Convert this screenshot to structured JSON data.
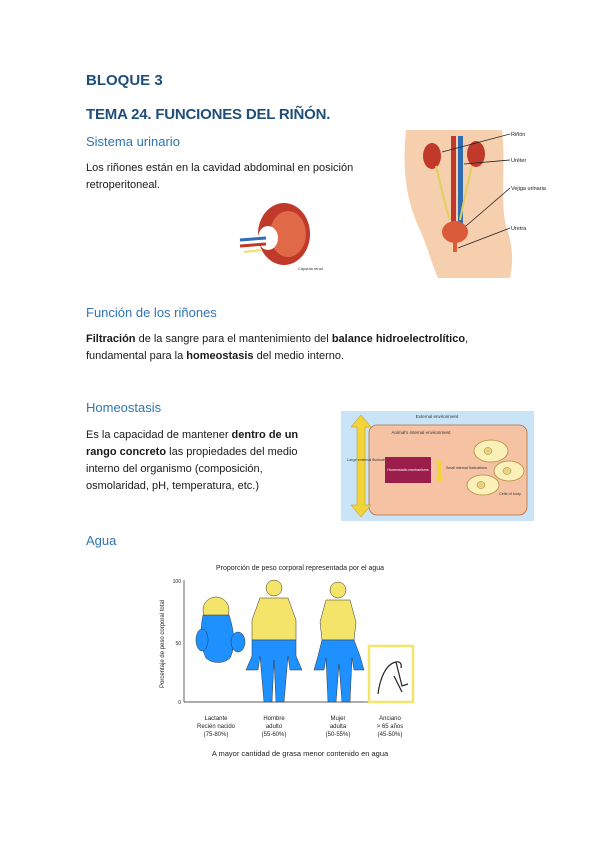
{
  "header": {
    "bloque": "BLOQUE 3",
    "tema": "TEMA 24. FUNCIONES DEL RIÑÓN."
  },
  "sistema": {
    "title": "Sistema urinario",
    "text": "Los riñones están en la cavidad abdominal en posición retroperitoneal.",
    "kidney_label": "Cápsula renal",
    "body_labels": [
      "Riñón",
      "Uréter",
      "Vejiga urinaria",
      "Uretra"
    ]
  },
  "funcion": {
    "title": "Función de los riñones",
    "t1": "Filtración",
    "t2": " de la sangre para el mantenimiento del ",
    "t3": "balance hidroelectrolítico",
    "t4": ", fundamental para la ",
    "t5": "homeostasis",
    "t6": " del medio interno."
  },
  "homeo": {
    "title": "Homeostasis",
    "t1": "Es la capacidad de mantener ",
    "t2": "dentro de un rango concreto",
    "t3": " las propiedades del medio interno del organismo (composición, osmolaridad, pH, temperatura, etc.)",
    "fig": {
      "external": "External environment",
      "internal": "Animal's internal environment",
      "large": "Large external fluctuations",
      "mech": "Homeostatic mechanisms",
      "small": "Small internal fluctuations",
      "cells": "Cells of body"
    }
  },
  "agua": {
    "title": "Agua",
    "chart_title": "Proporción de peso corporal representada por el agua",
    "ylabel": "Porcentaje de peso corporal total",
    "yticks": [
      "100",
      "50",
      "0"
    ],
    "groups": [
      {
        "l1": "Lactante",
        "l2": "Recién nacido",
        "l3": "(75-80%)"
      },
      {
        "l1": "Hombre",
        "l2": "adulto",
        "l3": "(55-60%)"
      },
      {
        "l1": "Mujer",
        "l2": "adulta",
        "l3": "(50-55%)"
      },
      {
        "l1": "Anciano",
        "l2": "> 65 años",
        "l3": "(45-50%)"
      }
    ],
    "caption": "A mayor cantidad de grasa menor contenido en agua",
    "colors": {
      "water": "#1e90ff",
      "fat": "#f5e46a"
    }
  }
}
